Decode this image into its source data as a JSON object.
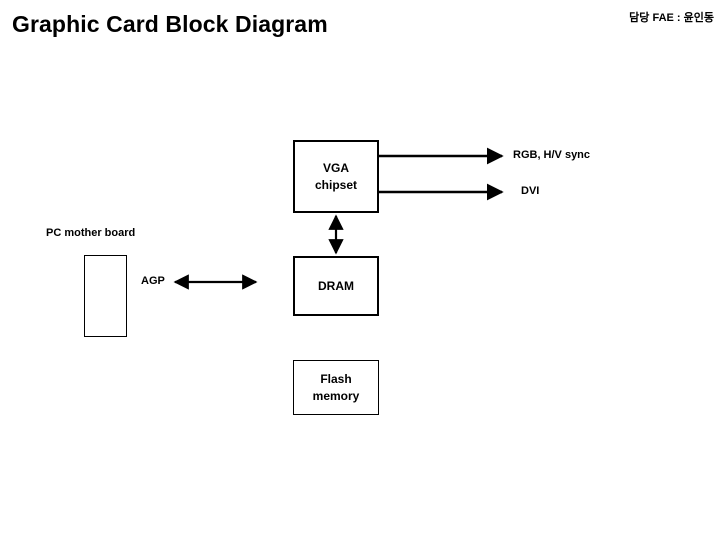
{
  "header": {
    "title": "Graphic Card Block Diagram",
    "owner_note": "담당 FAE : 윤인동"
  },
  "diagram": {
    "blocks": [
      {
        "id": "vga",
        "label": "VGA\nchipset"
      },
      {
        "id": "dram",
        "label": "DRAM"
      },
      {
        "id": "flash",
        "label": "Flash\nmemory"
      },
      {
        "id": "motherboard",
        "label": ""
      }
    ],
    "labels": [
      {
        "id": "motherboard-caption",
        "text": "PC mother board"
      },
      {
        "id": "agp",
        "text": "AGP"
      },
      {
        "id": "rgb",
        "text": "RGB, H/V sync"
      },
      {
        "id": "dvi",
        "text": "DVI"
      }
    ],
    "connectors": [
      {
        "id": "vga-to-rgb",
        "from": "vga",
        "to": "rgb",
        "direction": "right",
        "arrowheads": "end"
      },
      {
        "id": "vga-to-dvi",
        "from": "vga",
        "to": "dvi",
        "direction": "right",
        "arrowheads": "end"
      },
      {
        "id": "vga-to-dram",
        "from": "vga",
        "to": "dram",
        "direction": "vertical",
        "arrowheads": "both"
      },
      {
        "id": "agp-link",
        "from": "motherboard",
        "to": "dram",
        "direction": "horizontal",
        "arrowheads": "both"
      }
    ],
    "colors": {
      "stroke": "#000000",
      "fill": "#ffffff",
      "text": "#000000"
    }
  }
}
